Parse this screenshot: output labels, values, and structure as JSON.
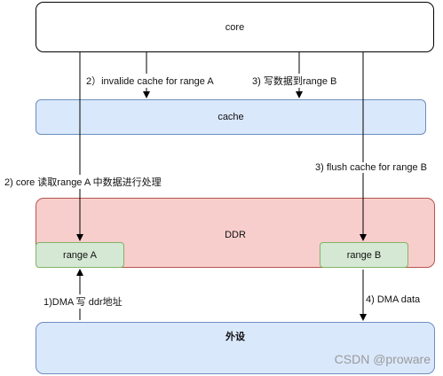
{
  "nodes": {
    "core": "core",
    "cache": "cache",
    "ddr": "DDR",
    "range_a": "range A",
    "range_b": "range B",
    "peripheral": "外设"
  },
  "edges": {
    "invalidate": "2）invalide  cache  for range A",
    "write_range_b": "3) 写数据到range B",
    "core_read": "2) core 读取range A 中数据进行处理",
    "flush": "3) flush cache for range B",
    "dma_write": "1)DMA 写 ddr地址",
    "dma_data": "4) DMA data"
  },
  "watermark": "CSDN @proware",
  "colors": {
    "cache_fill": "#dae8fc",
    "ddr_fill": "#f8cecc",
    "range_fill": "#d5e8d4",
    "peripheral_fill": "#dae8fc"
  }
}
